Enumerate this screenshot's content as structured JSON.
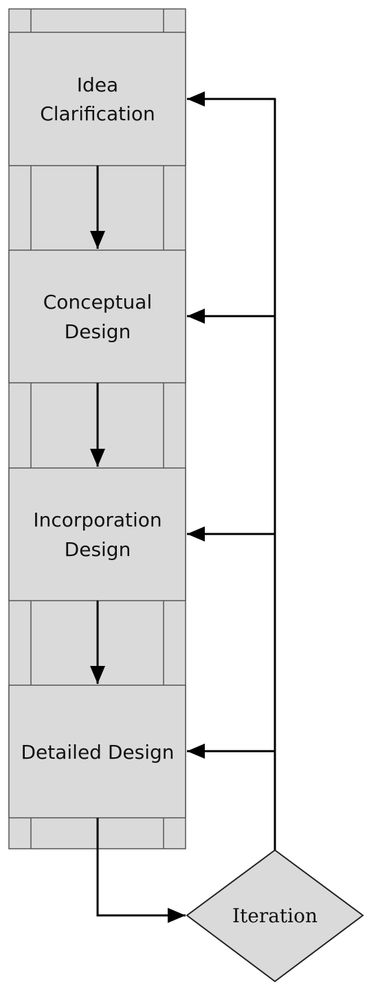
{
  "diagram": {
    "stages": [
      {
        "id": "idea-clarification",
        "lines": [
          "Idea",
          "Clarification"
        ]
      },
      {
        "id": "conceptual-design",
        "lines": [
          "Conceptual",
          "Design"
        ]
      },
      {
        "id": "incorporation-design",
        "lines": [
          "Incorporation",
          "Design"
        ]
      },
      {
        "id": "detailed-design",
        "lines": [
          "Detailed Design"
        ]
      }
    ],
    "decision": {
      "label": "Iteration"
    },
    "colors": {
      "box_fill": "#dadada",
      "box_stroke": "#555555",
      "line": "#000000",
      "background": "#ffffff"
    }
  }
}
